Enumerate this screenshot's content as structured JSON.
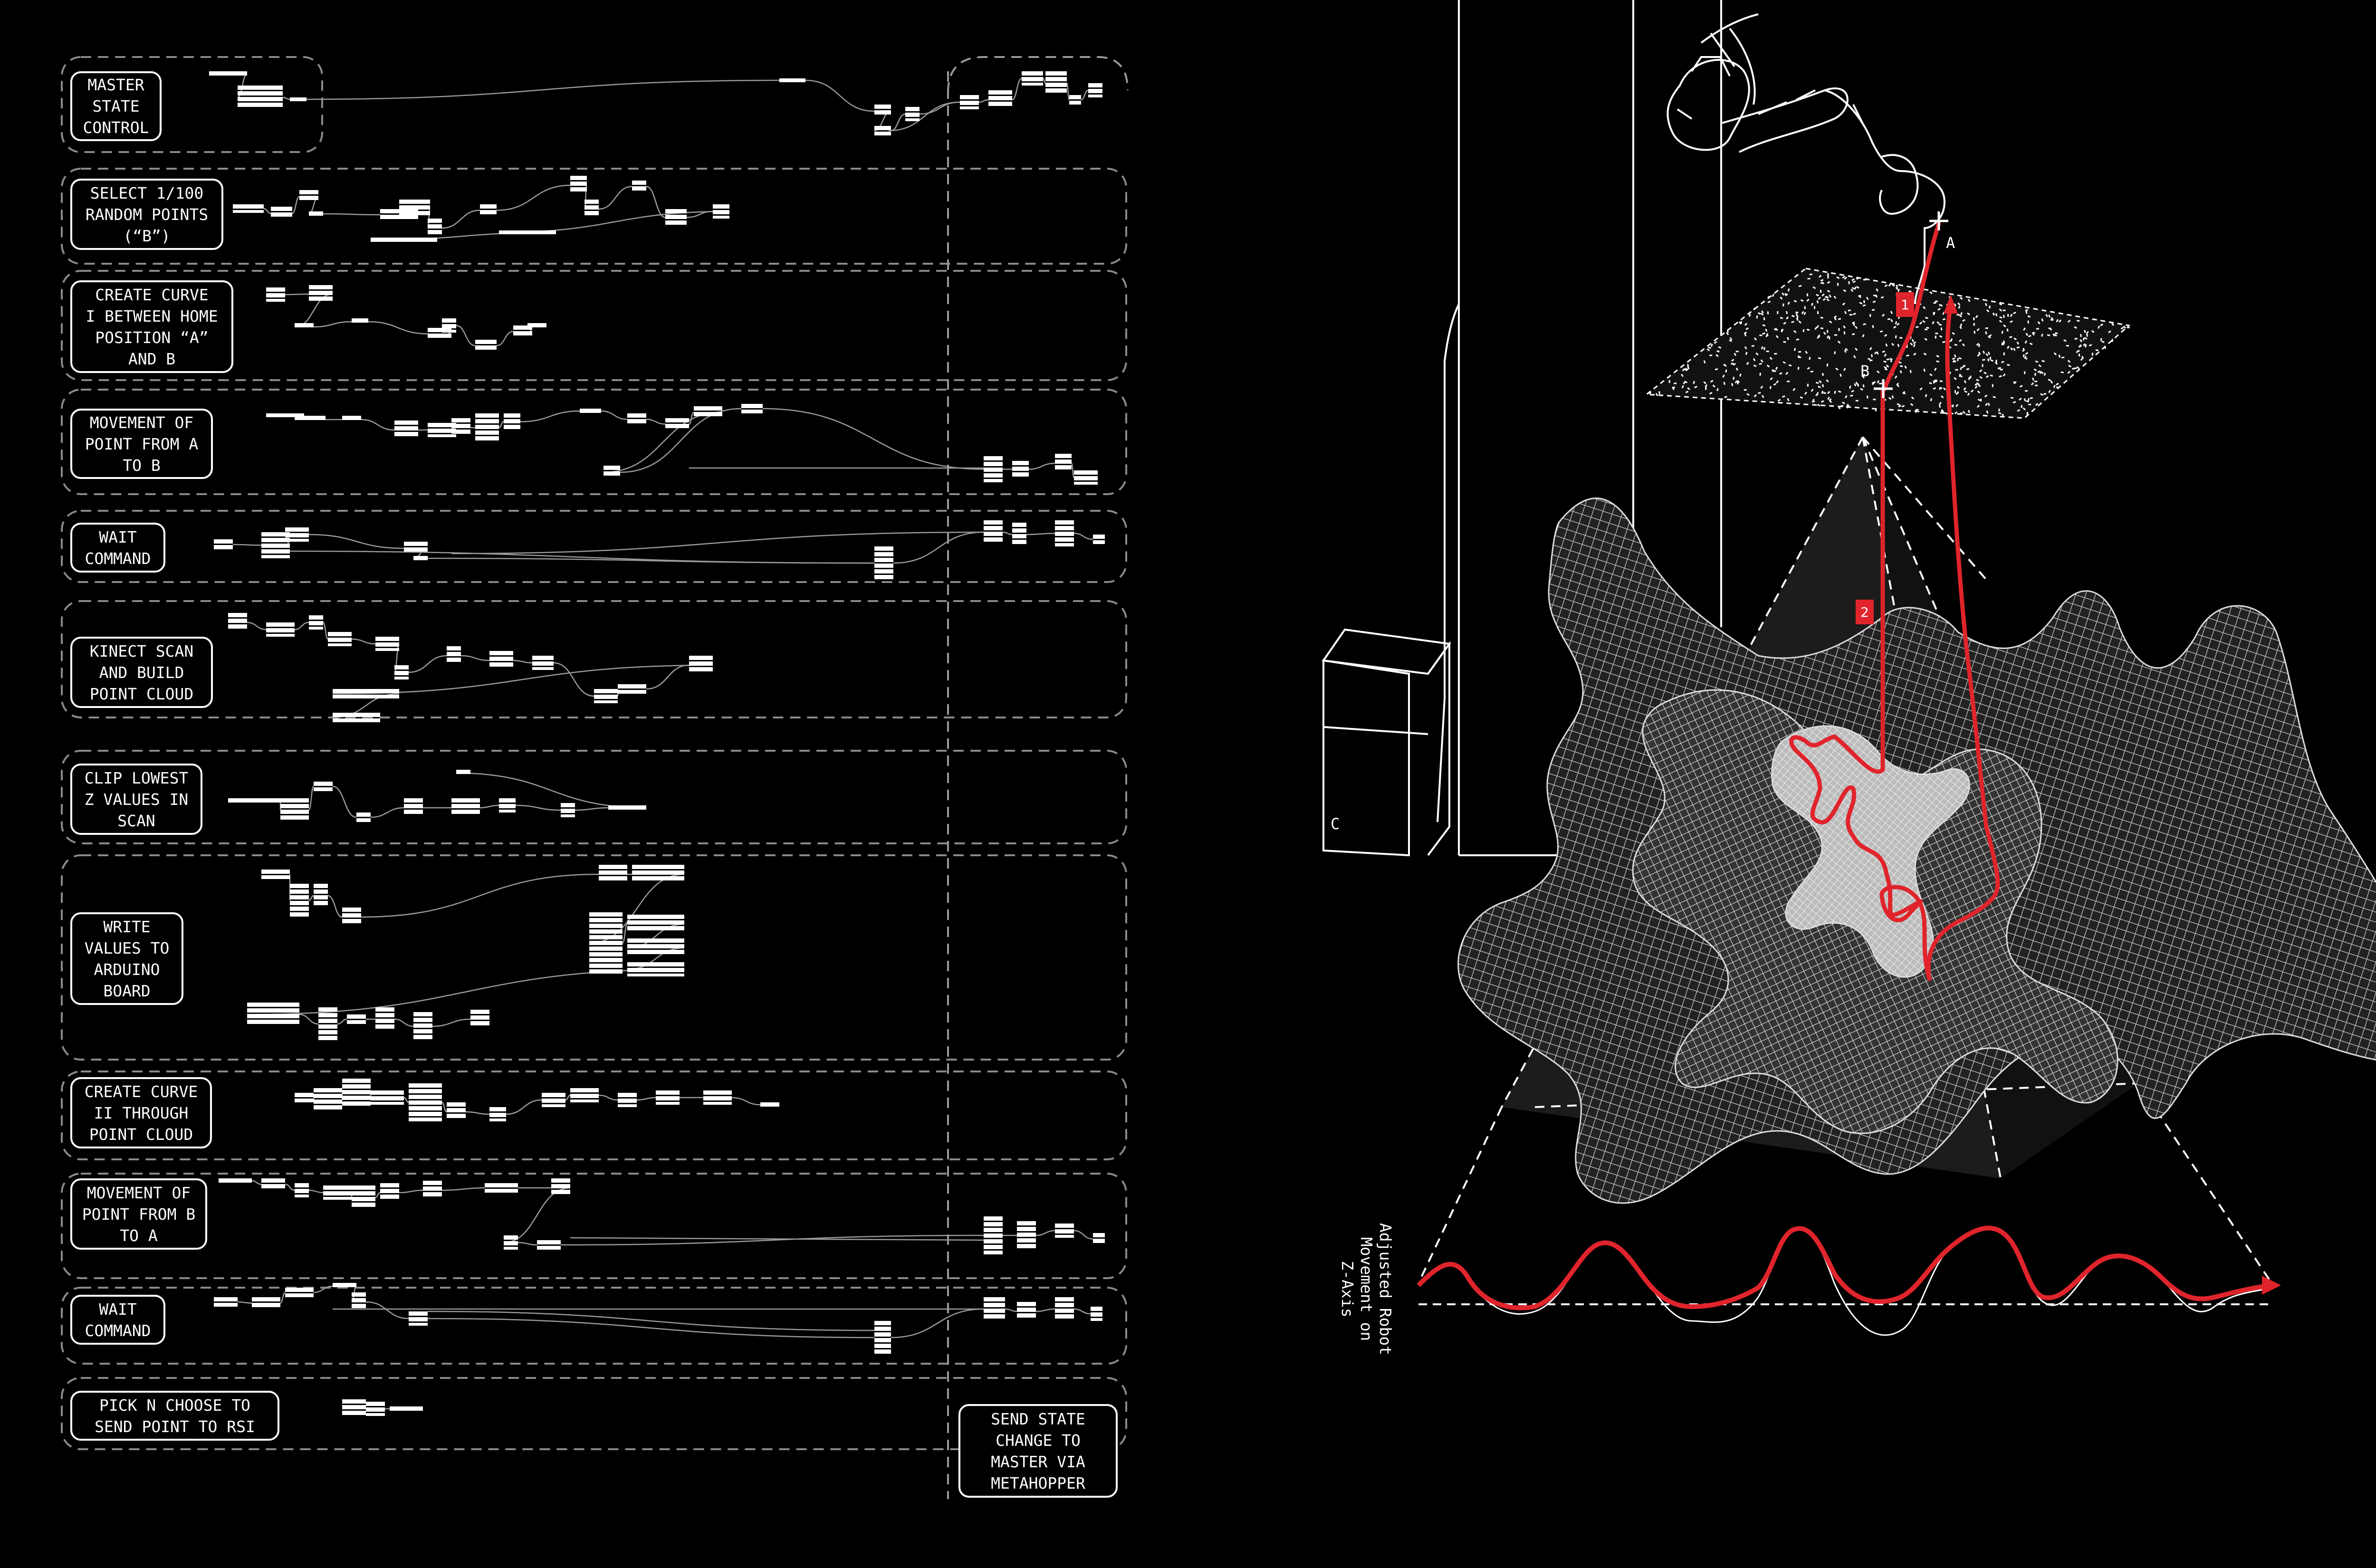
{
  "left_panel": {
    "rows": [
      {
        "label": "MASTER\nSTATE\nCONTROL"
      },
      {
        "label": "SELECT 1/100\nRANDOM POINTS\n(“B”)"
      },
      {
        "label": "CREATE CURVE\nI BETWEEN HOME\nPOSITION “A”\nAND B"
      },
      {
        "label": "MOVEMENT OF\nPOINT FROM A\nTO B"
      },
      {
        "label": "WAIT\nCOMMAND"
      },
      {
        "label": "KINECT SCAN\nAND BUILD\nPOINT CLOUD"
      },
      {
        "label": "CLIP LOWEST\nZ VALUES IN\nSCAN"
      },
      {
        "label": "WRITE\nVALUES TO\nARDUINO\nBOARD"
      },
      {
        "label": "CREATE CURVE\nII THROUGH\nPOINT CLOUD"
      },
      {
        "label": "MOVEMENT OF\nPOINT FROM B\nTO A"
      },
      {
        "label": "WAIT\nCOMMAND"
      },
      {
        "label": "PICK N CHOOSE TO\nSEND POINT TO RSI"
      }
    ],
    "send_state": "SEND STATE\nCHANGE TO\nMASTER VIA\nMETAHOPPER"
  },
  "right_panel": {
    "point_a": "A",
    "point_b": "B",
    "point_c": "C",
    "step_1": "1",
    "step_2": "2",
    "graph_label": "Adjusted Robot\nMovement on\nZ-Axis"
  },
  "colors": {
    "background": "#000000",
    "line": "#ffffff",
    "path": "#e0242c",
    "mesh": "#9a9a9a"
  }
}
